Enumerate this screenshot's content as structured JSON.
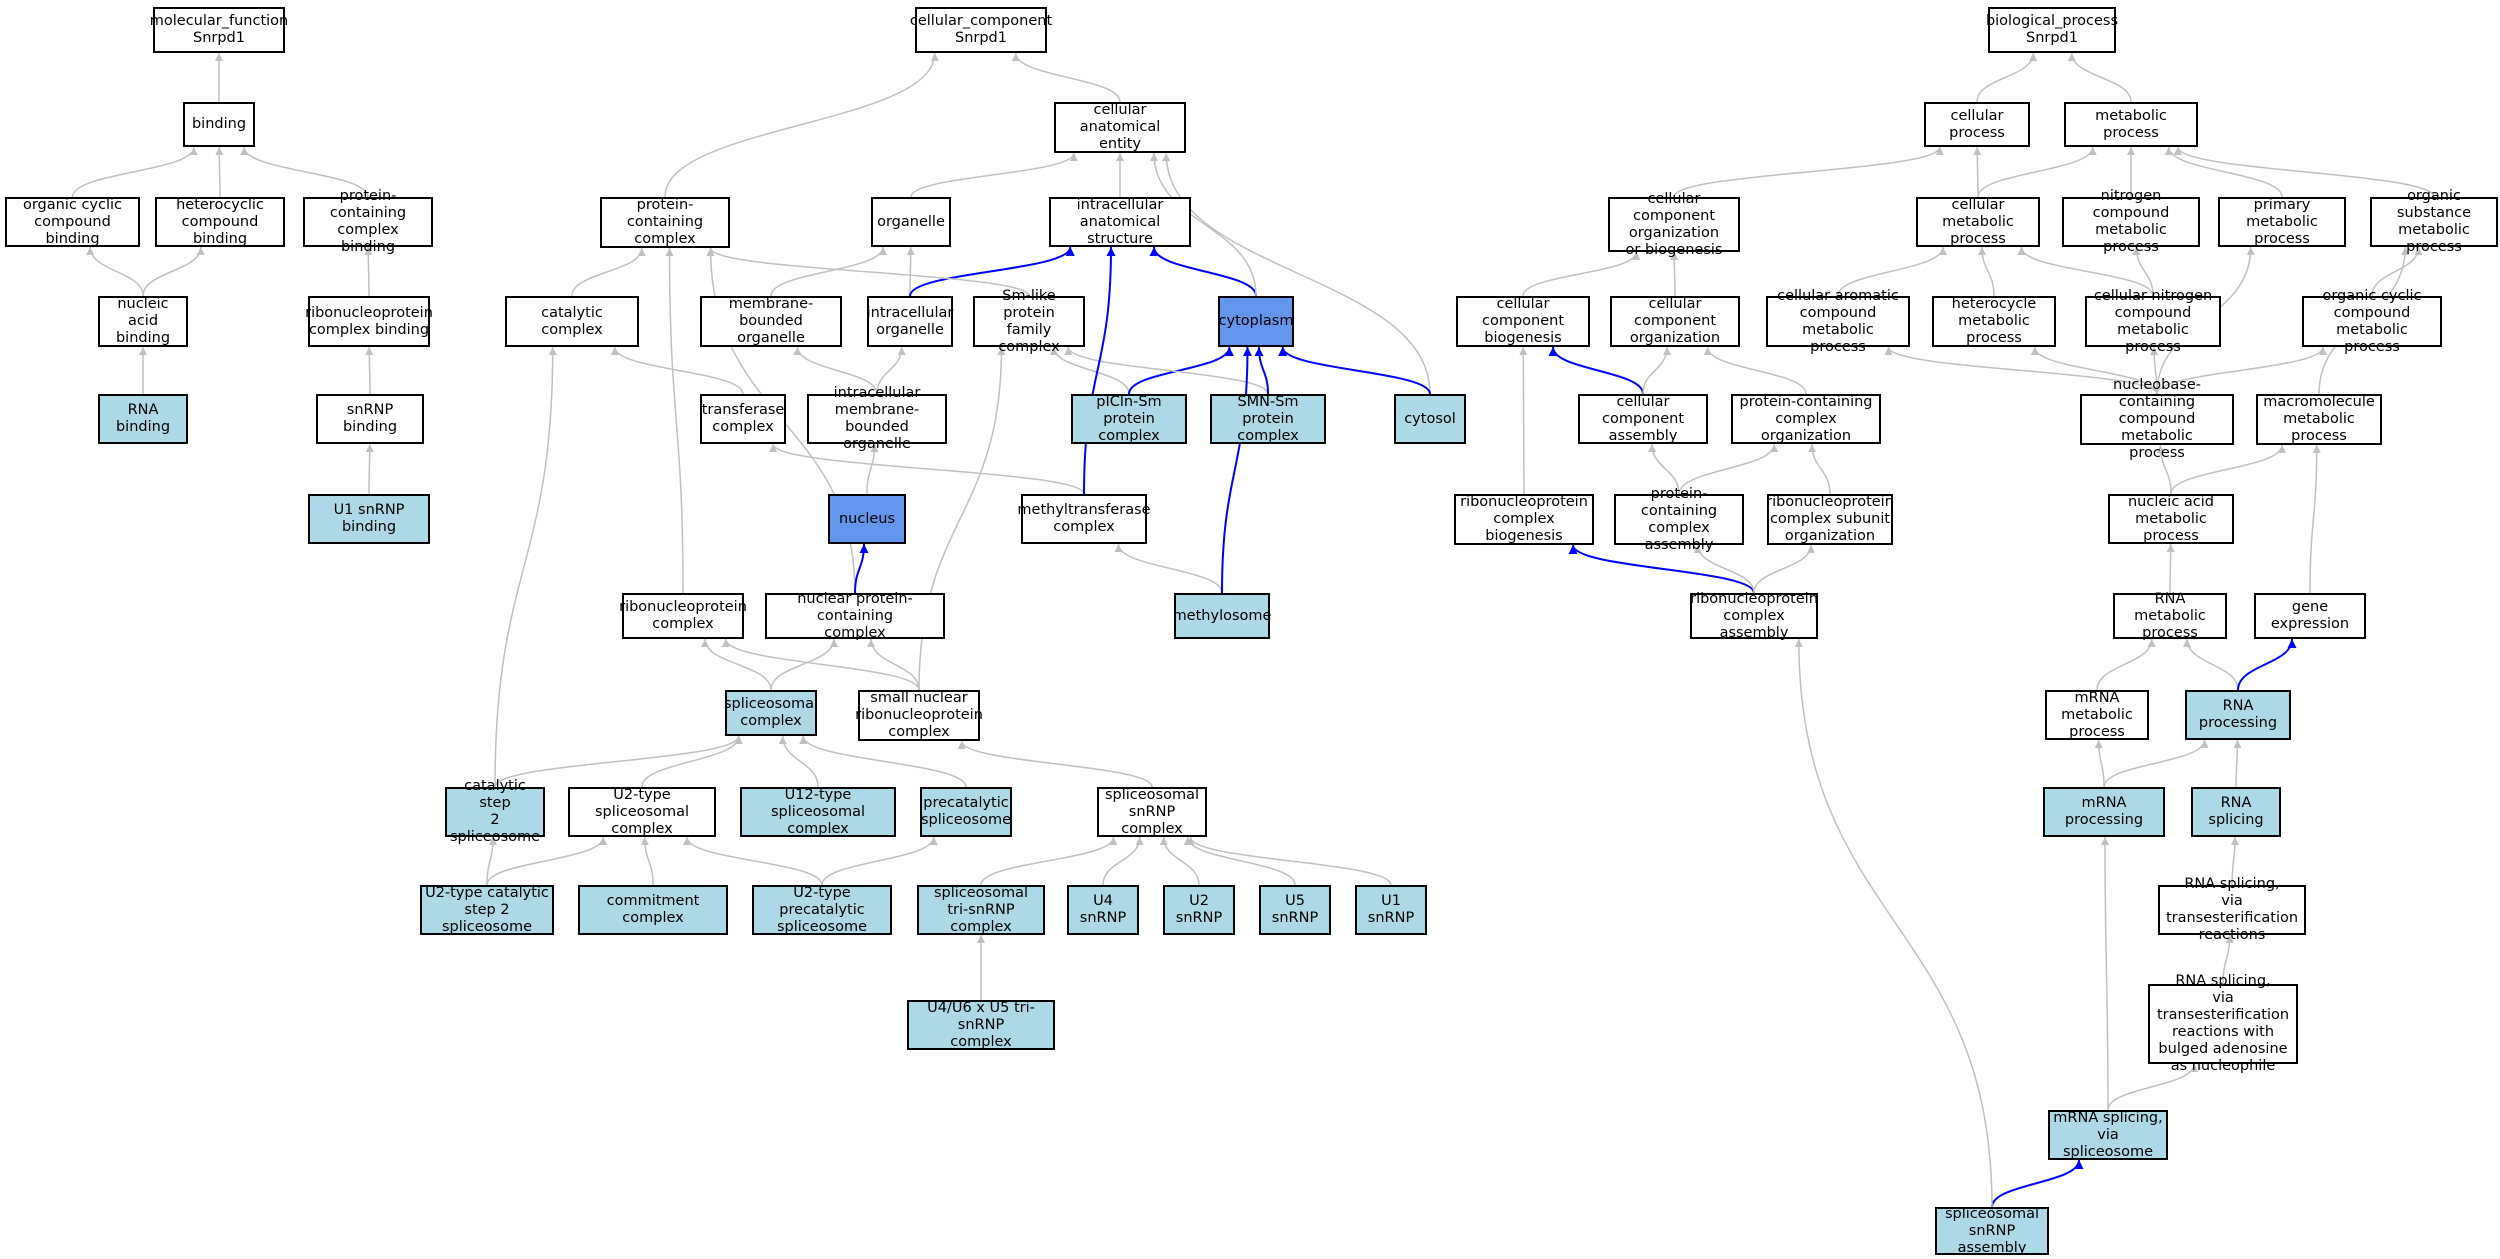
{
  "colors": {
    "edge_gray": "#c0c0c0",
    "edge_blue": "#0000ff",
    "fill_white": "#ffffff",
    "fill_lightblue": "#add8e6",
    "fill_blue": "#6495ed"
  },
  "nodes": [
    {
      "id": "mf",
      "label": "molecular_function\nSnrpd1",
      "fill": "white"
    },
    {
      "id": "binding",
      "label": "binding",
      "fill": "white"
    },
    {
      "id": "ocb",
      "label": "organic cyclic\ncompound binding",
      "fill": "white"
    },
    {
      "id": "hcb",
      "label": "heterocyclic\ncompound binding",
      "fill": "white"
    },
    {
      "id": "pccb",
      "label": "protein-containing\ncomplex binding",
      "fill": "white"
    },
    {
      "id": "nab",
      "label": "nucleic acid\nbinding",
      "fill": "white"
    },
    {
      "id": "rnpcb",
      "label": "ribonucleoprotein\ncomplex binding",
      "fill": "white"
    },
    {
      "id": "rnab",
      "label": "RNA binding",
      "fill": "lightblue"
    },
    {
      "id": "snrnpb",
      "label": "snRNP binding",
      "fill": "white"
    },
    {
      "id": "u1b",
      "label": "U1 snRNP binding",
      "fill": "lightblue"
    },
    {
      "id": "cc",
      "label": "cellular_component\nSnrpd1",
      "fill": "white"
    },
    {
      "id": "cae",
      "label": "cellular anatomical\nentity",
      "fill": "white"
    },
    {
      "id": "pcc",
      "label": "protein-containing\ncomplex",
      "fill": "white"
    },
    {
      "id": "org",
      "label": "organelle",
      "fill": "white"
    },
    {
      "id": "ias",
      "label": "intracellular\nanatomical structure",
      "fill": "white"
    },
    {
      "id": "catc",
      "label": "catalytic complex",
      "fill": "white"
    },
    {
      "id": "mbo",
      "label": "membrane-bounded\norganelle",
      "fill": "white"
    },
    {
      "id": "io",
      "label": "intracellular\norganelle",
      "fill": "white"
    },
    {
      "id": "sm",
      "label": "Sm-like protein\nfamily complex",
      "fill": "white"
    },
    {
      "id": "cyto",
      "label": "cytoplasm",
      "fill": "blue"
    },
    {
      "id": "tc",
      "label": "transferase\ncomplex",
      "fill": "white"
    },
    {
      "id": "imbo",
      "label": "intracellular\nmembrane-bounded\norganelle",
      "fill": "white"
    },
    {
      "id": "picln",
      "label": "pICln-Sm protein\ncomplex",
      "fill": "lightblue"
    },
    {
      "id": "smn",
      "label": "SMN-Sm protein\ncomplex",
      "fill": "lightblue"
    },
    {
      "id": "cytosol",
      "label": "cytosol",
      "fill": "lightblue"
    },
    {
      "id": "nucleus",
      "label": "nucleus",
      "fill": "blue"
    },
    {
      "id": "mtc",
      "label": "methyltransferase\ncomplex",
      "fill": "white"
    },
    {
      "id": "rnpc",
      "label": "ribonucleoprotein\ncomplex",
      "fill": "white"
    },
    {
      "id": "npcc",
      "label": "nuclear protein-containing\ncomplex",
      "fill": "white"
    },
    {
      "id": "meth",
      "label": "methylosome",
      "fill": "lightblue"
    },
    {
      "id": "spc",
      "label": "spliceosomal\ncomplex",
      "fill": "lightblue"
    },
    {
      "id": "snrnp",
      "label": "small nuclear\nribonucleoprotein\ncomplex",
      "fill": "white"
    },
    {
      "id": "cs2",
      "label": "catalytic step\n2 spliceosome",
      "fill": "lightblue"
    },
    {
      "id": "u2s",
      "label": "U2-type spliceosomal\ncomplex",
      "fill": "white"
    },
    {
      "id": "u12",
      "label": "U12-type spliceosomal\ncomplex",
      "fill": "lightblue"
    },
    {
      "id": "precat",
      "label": "precatalytic\nspliceosome",
      "fill": "lightblue"
    },
    {
      "id": "sssnrnp",
      "label": "spliceosomal\nsnRNP complex",
      "fill": "white"
    },
    {
      "id": "u2cat",
      "label": "U2-type catalytic\nstep 2 spliceosome",
      "fill": "lightblue"
    },
    {
      "id": "commit",
      "label": "commitment complex",
      "fill": "lightblue"
    },
    {
      "id": "u2pre",
      "label": "U2-type precatalytic\nspliceosome",
      "fill": "lightblue"
    },
    {
      "id": "tri",
      "label": "spliceosomal\ntri-snRNP complex",
      "fill": "lightblue"
    },
    {
      "id": "u4",
      "label": "U4 snRNP",
      "fill": "lightblue"
    },
    {
      "id": "u2",
      "label": "U2 snRNP",
      "fill": "lightblue"
    },
    {
      "id": "u5",
      "label": "U5 snRNP",
      "fill": "lightblue"
    },
    {
      "id": "u1",
      "label": "U1 snRNP",
      "fill": "lightblue"
    },
    {
      "id": "u4u6",
      "label": "U4/U6 x U5 tri-snRNP\ncomplex",
      "fill": "lightblue"
    },
    {
      "id": "bp",
      "label": "biological_process\nSnrpd1",
      "fill": "white"
    },
    {
      "id": "cp",
      "label": "cellular process",
      "fill": "white"
    },
    {
      "id": "mp",
      "label": "metabolic process",
      "fill": "white"
    },
    {
      "id": "ccob",
      "label": "cellular component\norganization\nor biogenesis",
      "fill": "white"
    },
    {
      "id": "cmp",
      "label": "cellular metabolic\nprocess",
      "fill": "white"
    },
    {
      "id": "ncmp",
      "label": "nitrogen compound\nmetabolic process",
      "fill": "white"
    },
    {
      "id": "pmp",
      "label": "primary metabolic\nprocess",
      "fill": "white"
    },
    {
      "id": "osmp",
      "label": "organic substance\nmetabolic process",
      "fill": "white"
    },
    {
      "id": "ccb",
      "label": "cellular component\nbiogenesis",
      "fill": "white"
    },
    {
      "id": "cco",
      "label": "cellular component\norganization",
      "fill": "white"
    },
    {
      "id": "cacmp",
      "label": "cellular aromatic\ncompound metabolic\nprocess",
      "fill": "white"
    },
    {
      "id": "hmp",
      "label": "heterocycle\nmetabolic process",
      "fill": "white"
    },
    {
      "id": "cncmp",
      "label": "cellular nitrogen\ncompound metabolic\nprocess",
      "fill": "white"
    },
    {
      "id": "occmp",
      "label": "organic cyclic\ncompound metabolic\nprocess",
      "fill": "white"
    },
    {
      "id": "cca",
      "label": "cellular component\nassembly",
      "fill": "white"
    },
    {
      "id": "pcco",
      "label": "protein-containing\ncomplex organization",
      "fill": "white"
    },
    {
      "id": "nbcmp",
      "label": "nucleobase-containing\ncompound metabolic\nprocess",
      "fill": "white"
    },
    {
      "id": "mmp",
      "label": "macromolecule\nmetabolic process",
      "fill": "white"
    },
    {
      "id": "rnpcbio",
      "label": "ribonucleoprotein\ncomplex biogenesis",
      "fill": "white"
    },
    {
      "id": "pcca",
      "label": "protein-containing\ncomplex assembly",
      "fill": "white"
    },
    {
      "id": "rnpcso",
      "label": "ribonucleoprotein\ncomplex subunit\norganization",
      "fill": "white"
    },
    {
      "id": "namp",
      "label": "nucleic acid\nmetabolic process",
      "fill": "white"
    },
    {
      "id": "rnpca",
      "label": "ribonucleoprotein\ncomplex assembly",
      "fill": "white"
    },
    {
      "id": "rnamp",
      "label": "RNA metabolic\nprocess",
      "fill": "white"
    },
    {
      "id": "ge",
      "label": "gene expression",
      "fill": "white"
    },
    {
      "id": "mrnamp",
      "label": "mRNA metabolic\nprocess",
      "fill": "white"
    },
    {
      "id": "rnaproc",
      "label": "RNA processing",
      "fill": "lightblue"
    },
    {
      "id": "mrnaproc",
      "label": "mRNA processing",
      "fill": "lightblue"
    },
    {
      "id": "rnasp",
      "label": "RNA splicing",
      "fill": "lightblue"
    },
    {
      "id": "rnaspt",
      "label": "RNA splicing,\nvia transesterification\nreactions",
      "fill": "white"
    },
    {
      "id": "rnaspb",
      "label": "RNA splicing,\nvia transesterification\nreactions with\nbulged adenosine\nas nucleophile",
      "fill": "white"
    },
    {
      "id": "mrnasp",
      "label": "mRNA splicing,\nvia spliceosome",
      "fill": "lightblue"
    },
    {
      "id": "ssa",
      "label": "spliceosomal\nsnRNP assembly",
      "fill": "lightblue"
    }
  ],
  "edges": [
    [
      "binding",
      "mf",
      "gray"
    ],
    [
      "ocb",
      "binding",
      "gray"
    ],
    [
      "hcb",
      "binding",
      "gray"
    ],
    [
      "pccb",
      "binding",
      "gray"
    ],
    [
      "nab",
      "ocb",
      "gray"
    ],
    [
      "nab",
      "hcb",
      "gray"
    ],
    [
      "rnpcb",
      "pccb",
      "gray"
    ],
    [
      "rnab",
      "nab",
      "gray"
    ],
    [
      "snrnpb",
      "rnpcb",
      "gray"
    ],
    [
      "u1b",
      "snrnpb",
      "gray"
    ],
    [
      "cae",
      "cc",
      "gray"
    ],
    [
      "pcc",
      "cc",
      "gray"
    ],
    [
      "org",
      "cae",
      "gray"
    ],
    [
      "ias",
      "cae",
      "gray"
    ],
    [
      "catc",
      "pcc",
      "gray"
    ],
    [
      "mbo",
      "org",
      "gray"
    ],
    [
      "io",
      "org",
      "gray"
    ],
    [
      "io",
      "ias",
      "blue"
    ],
    [
      "sm",
      "pcc",
      "gray"
    ],
    [
      "cyto",
      "ias",
      "blue"
    ],
    [
      "cyto",
      "cae",
      "gray"
    ],
    [
      "cytosol",
      "cae",
      "gray"
    ],
    [
      "tc",
      "catc",
      "gray"
    ],
    [
      "imbo",
      "mbo",
      "gray"
    ],
    [
      "imbo",
      "io",
      "gray"
    ],
    [
      "picln",
      "sm",
      "gray"
    ],
    [
      "picln",
      "cyto",
      "blue"
    ],
    [
      "smn",
      "sm",
      "gray"
    ],
    [
      "smn",
      "cyto",
      "blue"
    ],
    [
      "cytosol",
      "cyto",
      "blue"
    ],
    [
      "nucleus",
      "imbo",
      "gray"
    ],
    [
      "mtc",
      "tc",
      "gray"
    ],
    [
      "mtc",
      "ias",
      "blue"
    ],
    [
      "rnpc",
      "pcc",
      "gray"
    ],
    [
      "npcc",
      "pcc",
      "gray"
    ],
    [
      "npcc",
      "nucleus",
      "blue"
    ],
    [
      "meth",
      "mtc",
      "gray"
    ],
    [
      "meth",
      "cyto",
      "blue"
    ],
    [
      "spc",
      "rnpc",
      "gray"
    ],
    [
      "spc",
      "npcc",
      "gray"
    ],
    [
      "snrnp",
      "rnpc",
      "gray"
    ],
    [
      "snrnp",
      "npcc",
      "gray"
    ],
    [
      "snrnp",
      "sm",
      "gray"
    ],
    [
      "cs2",
      "spc",
      "gray"
    ],
    [
      "cs2",
      "catc",
      "gray"
    ],
    [
      "u2s",
      "spc",
      "gray"
    ],
    [
      "u12",
      "spc",
      "gray"
    ],
    [
      "precat",
      "spc",
      "gray"
    ],
    [
      "sssnrnp",
      "snrnp",
      "gray"
    ],
    [
      "u2cat",
      "cs2",
      "gray"
    ],
    [
      "u2cat",
      "u2s",
      "gray"
    ],
    [
      "commit",
      "u2s",
      "gray"
    ],
    [
      "u2pre",
      "u2s",
      "gray"
    ],
    [
      "u2pre",
      "precat",
      "gray"
    ],
    [
      "tri",
      "sssnrnp",
      "gray"
    ],
    [
      "u4",
      "sssnrnp",
      "gray"
    ],
    [
      "u2",
      "sssnrnp",
      "gray"
    ],
    [
      "u5",
      "sssnrnp",
      "gray"
    ],
    [
      "u1",
      "sssnrnp",
      "gray"
    ],
    [
      "u4u6",
      "tri",
      "gray"
    ],
    [
      "cp",
      "bp",
      "gray"
    ],
    [
      "mp",
      "bp",
      "gray"
    ],
    [
      "ccob",
      "cp",
      "gray"
    ],
    [
      "cmp",
      "cp",
      "gray"
    ],
    [
      "cmp",
      "mp",
      "gray"
    ],
    [
      "ncmp",
      "mp",
      "gray"
    ],
    [
      "pmp",
      "mp",
      "gray"
    ],
    [
      "osmp",
      "mp",
      "gray"
    ],
    [
      "ccb",
      "ccob",
      "gray"
    ],
    [
      "cco",
      "ccob",
      "gray"
    ],
    [
      "cacmp",
      "cmp",
      "gray"
    ],
    [
      "hmp",
      "cmp",
      "gray"
    ],
    [
      "cncmp",
      "cmp",
      "gray"
    ],
    [
      "cncmp",
      "ncmp",
      "gray"
    ],
    [
      "occmp",
      "osmp",
      "gray"
    ],
    [
      "cca",
      "ccb",
      "blue"
    ],
    [
      "cca",
      "cco",
      "gray"
    ],
    [
      "pcco",
      "cco",
      "gray"
    ],
    [
      "nbcmp",
      "cacmp",
      "gray"
    ],
    [
      "nbcmp",
      "hmp",
      "gray"
    ],
    [
      "nbcmp",
      "cncmp",
      "gray"
    ],
    [
      "nbcmp",
      "pmp",
      "gray"
    ],
    [
      "nbcmp",
      "occmp",
      "gray"
    ],
    [
      "mmp",
      "osmp",
      "gray"
    ],
    [
      "rnpcbio",
      "ccb",
      "gray"
    ],
    [
      "pcca",
      "cca",
      "gray"
    ],
    [
      "pcca",
      "pcco",
      "gray"
    ],
    [
      "rnpcso",
      "pcco",
      "gray"
    ],
    [
      "namp",
      "nbcmp",
      "gray"
    ],
    [
      "namp",
      "mmp",
      "gray"
    ],
    [
      "rnpca",
      "rnpcbio",
      "blue"
    ],
    [
      "rnpca",
      "pcca",
      "gray"
    ],
    [
      "rnpca",
      "rnpcso",
      "gray"
    ],
    [
      "rnamp",
      "namp",
      "gray"
    ],
    [
      "ge",
      "mmp",
      "gray"
    ],
    [
      "mrnamp",
      "rnamp",
      "gray"
    ],
    [
      "rnaproc",
      "rnamp",
      "gray"
    ],
    [
      "rnaproc",
      "ge",
      "blue"
    ],
    [
      "mrnaproc",
      "mrnamp",
      "gray"
    ],
    [
      "mrnaproc",
      "rnaproc",
      "gray"
    ],
    [
      "rnasp",
      "rnaproc",
      "gray"
    ],
    [
      "rnaspt",
      "rnasp",
      "gray"
    ],
    [
      "rnaspb",
      "rnaspt",
      "gray"
    ],
    [
      "mrnasp",
      "mrnaproc",
      "gray"
    ],
    [
      "mrnasp",
      "rnaspb",
      "gray"
    ],
    [
      "ssa",
      "mrnasp",
      "blue"
    ],
    [
      "ssa",
      "rnpca",
      "gray"
    ]
  ]
}
